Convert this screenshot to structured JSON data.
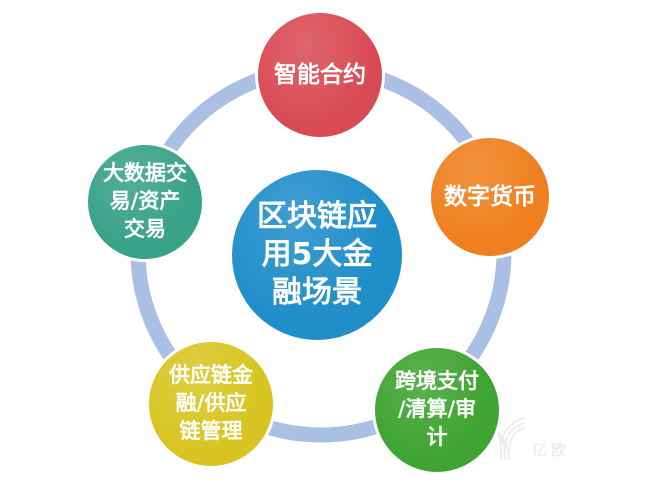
{
  "diagram": {
    "title": "区块链应用5大金融场景",
    "type": "hub-and-spoke",
    "node_count": 5
  },
  "colors": {
    "background": "#FFFFFF",
    "ring": "#A9BFE3",
    "center_blue": "#1F8EC9",
    "red": "#D94B54",
    "orange": "#F0801F",
    "green": "#3FA431",
    "yellow": "#D8C522",
    "teal": "#38A287",
    "label_text": "#FFFFFF",
    "watermark": "#EFEDEA"
  },
  "center": {
    "label": "区块链应用5大金融场景",
    "lines": [
      "区块链应",
      "用5大金",
      "融场景"
    ],
    "color": "#1F8EC9"
  },
  "satellites": [
    {
      "name": "smart-contract",
      "label": "智能合约",
      "lines": [
        "智能合约"
      ],
      "position": "top",
      "color": "#D94B54"
    },
    {
      "name": "digital-currency",
      "label": "数字货币",
      "lines": [
        "数字货币"
      ],
      "position": "right",
      "color": "#F0801F"
    },
    {
      "name": "cross-border-payment",
      "label": "跨境支付/清算/审计",
      "lines": [
        "跨境支付",
        "/清算/审",
        "计"
      ],
      "position": "bottom-right",
      "color": "#3FA431"
    },
    {
      "name": "supply-chain",
      "label": "供应链金融/供应链管理",
      "lines": [
        "供应链金",
        "融/供应",
        "链管理"
      ],
      "position": "bottom-left",
      "color": "#D8C522"
    },
    {
      "name": "big-data-trading",
      "label": "大数据交易/资产交易",
      "lines": [
        "大数据交",
        "易/资产",
        "交易"
      ],
      "position": "left",
      "color": "#38A287"
    }
  ],
  "watermark": {
    "text": "亿欧"
  }
}
